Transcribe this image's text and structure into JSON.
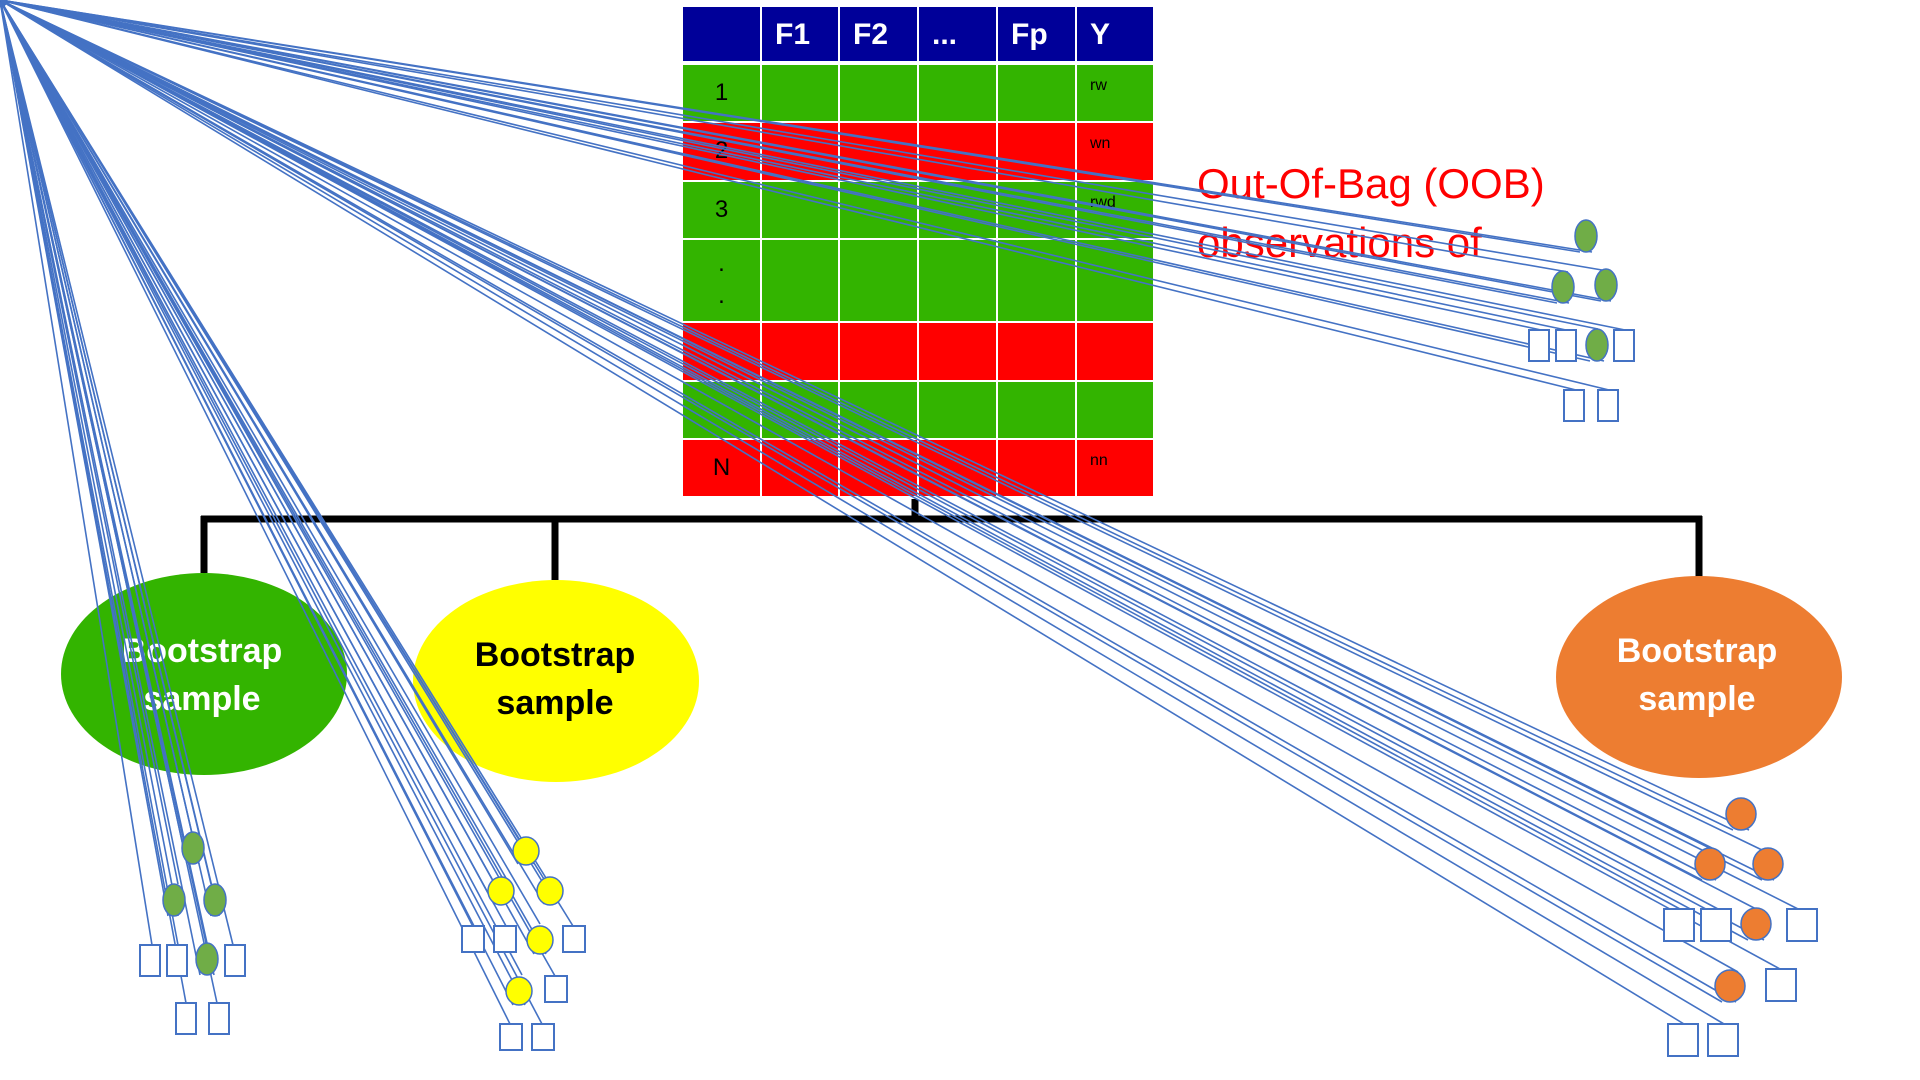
{
  "table": {
    "headers": [
      "",
      "F1",
      "F2",
      "...",
      "Fp",
      "Y"
    ],
    "header_color": "#000099",
    "rows": [
      {
        "id": "1",
        "y": "rw",
        "color": "#33b400"
      },
      {
        "id": "2",
        "y": "wn",
        "color": "#ff0000"
      },
      {
        "id": "3",
        "y": "rwd",
        "color": "#33b400"
      },
      {
        "id": ".\n.",
        "y": "",
        "color": "#33b400"
      },
      {
        "id": "",
        "y": "",
        "color": "#ff0000"
      },
      {
        "id": "",
        "y": "",
        "color": "#33b400"
      },
      {
        "id": "N",
        "y": "nn",
        "color": "#ff0000"
      }
    ]
  },
  "oob_label": {
    "line1": "Out-Of-Bag (OOB)",
    "line2": "observations of",
    "color": "#ff0000"
  },
  "samples": [
    {
      "line1": "Bootstrap",
      "line2": "sample",
      "fill": "#33b400",
      "text_color": "#ffffff"
    },
    {
      "line1": "Bootstrap",
      "line2": "sample",
      "fill": "#ffff00",
      "text_color": "#000000"
    },
    {
      "line1": "Bootstrap",
      "line2": "sample",
      "fill": "#ed7d31",
      "text_color": "#ffffff"
    }
  ],
  "tree_colors": {
    "green": "#70ad47",
    "yellow": "#ffff00",
    "orange": "#ed7d31",
    "edge": "#4472c4"
  }
}
